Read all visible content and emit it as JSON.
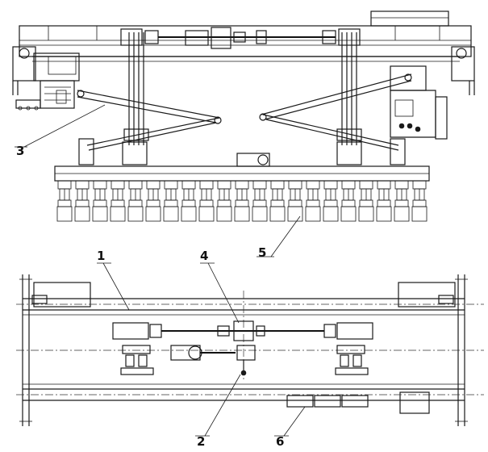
{
  "figure": {
    "callouts": [
      {
        "id": "c1",
        "text": "1"
      },
      {
        "id": "c2",
        "text": "2"
      },
      {
        "id": "c3",
        "text": "3"
      },
      {
        "id": "c4",
        "text": "4"
      },
      {
        "id": "c5",
        "text": "5"
      },
      {
        "id": "c6",
        "text": "6"
      }
    ]
  }
}
